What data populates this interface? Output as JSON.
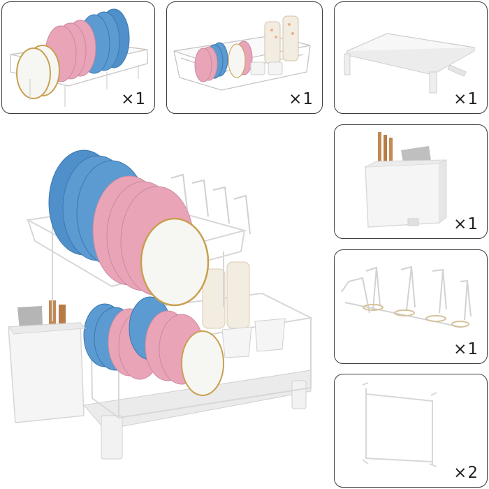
{
  "parts": [
    {
      "name": "upper-dish-rack",
      "quantity": "×1"
    },
    {
      "name": "lower-dish-rack",
      "quantity": "×1"
    },
    {
      "name": "drain-board",
      "quantity": "×1"
    },
    {
      "name": "utensil-holder",
      "quantity": "×1"
    },
    {
      "name": "cup-holder",
      "quantity": "×1"
    },
    {
      "name": "side-support-frame",
      "quantity": "×2"
    }
  ],
  "colors": {
    "frame": "#ffffff",
    "plate_blue": "#5b9bd1",
    "plate_pink": "#e9a4b8",
    "plate_white": "#f6f6f3",
    "gold_rim": "#c8a050",
    "border": "#3c3c3c"
  }
}
